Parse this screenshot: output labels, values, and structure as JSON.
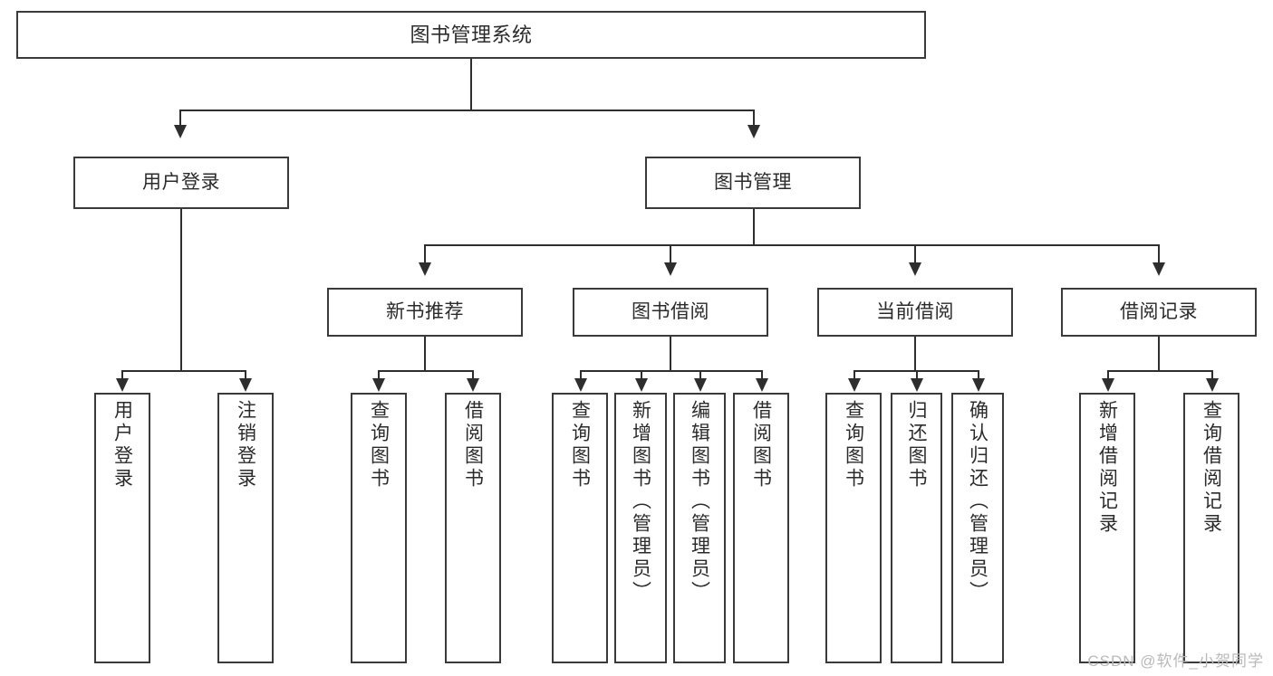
{
  "diagram": {
    "title": "图书管理系统",
    "watermark": "CSDN @软件_小贺同学",
    "type": "tree-hierarchy-chart",
    "root": {
      "label": "图书管理系统"
    },
    "level2": [
      {
        "label": "用户登录"
      },
      {
        "label": "图书管理"
      }
    ],
    "level3": [
      {
        "label": "新书推荐"
      },
      {
        "label": "图书借阅"
      },
      {
        "label": "当前借阅"
      },
      {
        "label": "借阅记录"
      }
    ],
    "leaves": {
      "user_login": [
        {
          "label": "用户登录"
        },
        {
          "label": "注销登录"
        }
      ],
      "new_book_recommend": [
        {
          "label": "查询图书"
        },
        {
          "label": "借阅图书"
        }
      ],
      "book_borrow": [
        {
          "label": "查询图书"
        },
        {
          "label": "新增图书（管理员）"
        },
        {
          "label": "编辑图书（管理员）"
        },
        {
          "label": "借阅图书"
        }
      ],
      "current_borrow": [
        {
          "label": "查询图书"
        },
        {
          "label": "归还图书"
        },
        {
          "label": "确认归还（管理员）"
        }
      ],
      "borrow_record": [
        {
          "label": "新增借阅记录"
        },
        {
          "label": "查询借阅记录"
        }
      ]
    },
    "colors": {
      "box_border": "#3a3a3a",
      "connector": "#2e2e2e",
      "background": "#ffffff",
      "text": "#2b2b2b",
      "watermark": "#b9b9b9"
    }
  }
}
